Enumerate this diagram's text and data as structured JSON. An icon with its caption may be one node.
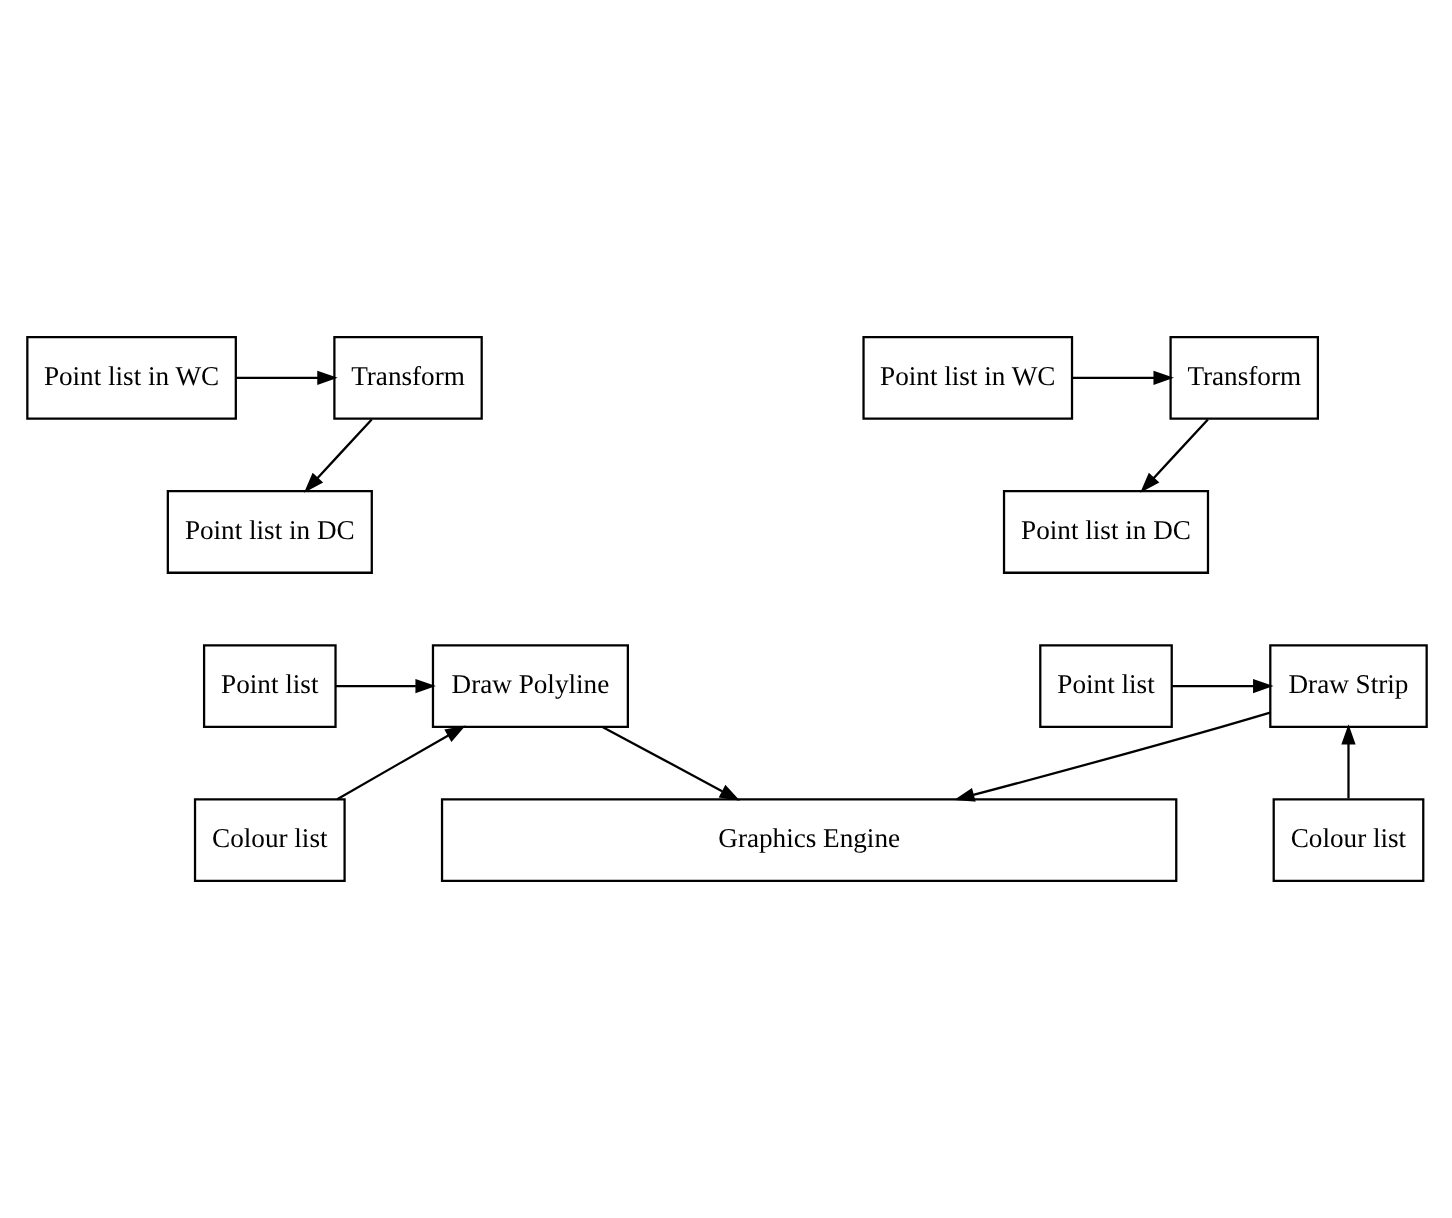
{
  "diagram": {
    "nodes": [
      {
        "text": [
          "Point list in WC"
        ]
      },
      {
        "text": [
          "Transform"
        ]
      },
      {
        "text": [
          "Transform"
        ]
      },
      {
        "text": [
          "Point list in WC"
        ]
      },
      {
        "text": [
          "Point list in DC"
        ]
      },
      {
        "text": [
          "Point list in DC"
        ]
      },
      {
        "text": [
          "Point list"
        ]
      },
      {
        "text": [
          "Draw Polyline"
        ]
      },
      {
        "text": [
          "Draw Strip"
        ]
      },
      {
        "text": [
          "Point list"
        ]
      },
      {
        "text": [
          "Colour list"
        ]
      },
      {
        "text": [
          "Colour list"
        ]
      },
      {
        "text": [
          "Graphics Engine"
        ]
      }
    ],
    "edges": [
      {
        "from": 0,
        "to": 1,
        "arrow": "to"
      },
      {
        "from": 3,
        "to": 2,
        "arrow": "to"
      },
      {
        "from": 1,
        "to": 4,
        "arrow": "to"
      },
      {
        "from": 2,
        "to": 5,
        "arrow": "to"
      },
      {
        "from": 6,
        "to": 7,
        "arrow": "to"
      },
      {
        "from": 9,
        "to": 8,
        "arrow": "to"
      },
      {
        "from": 10,
        "to": 7,
        "arrow": "to"
      },
      {
        "from": 11,
        "to": 8,
        "arrow": "to"
      },
      {
        "from": 7,
        "to": 12,
        "arrow": "to"
      },
      {
        "from": 8,
        "to": 12,
        "arrow": "to"
      }
    ]
  }
}
